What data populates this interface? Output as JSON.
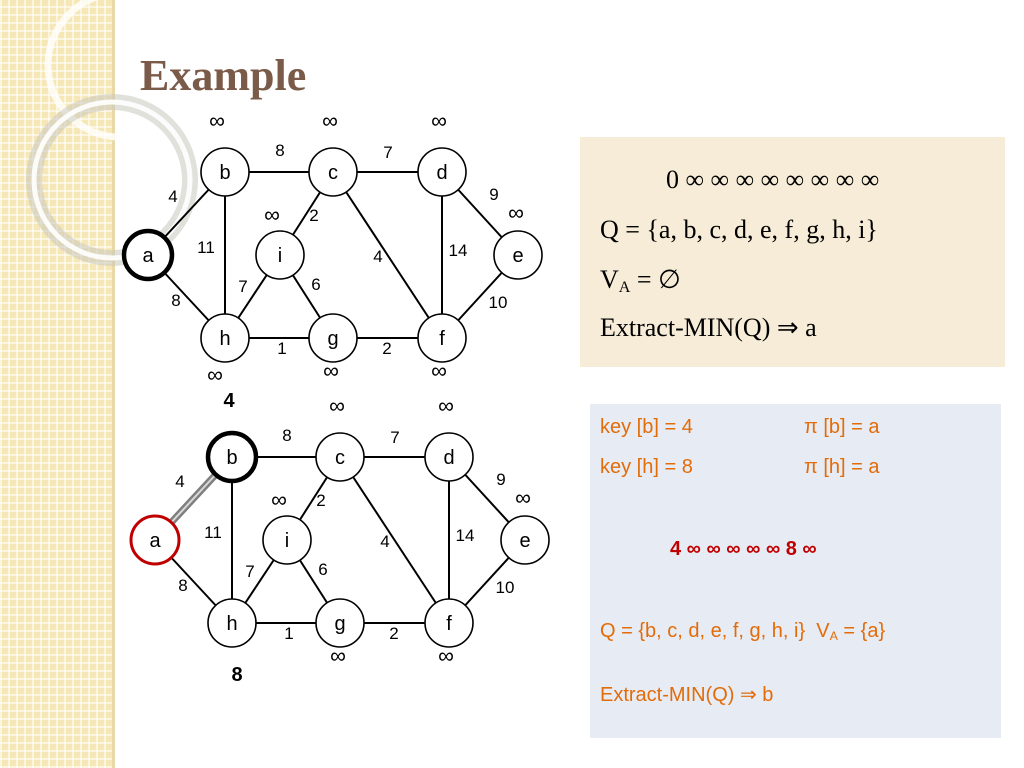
{
  "slide": {
    "title": "Example"
  },
  "graph1": {
    "nodes": [
      {
        "id": "a",
        "label": "a",
        "key": "",
        "highlight": "black"
      },
      {
        "id": "b",
        "label": "b",
        "key": "∞",
        "highlight": ""
      },
      {
        "id": "c",
        "label": "c",
        "key": "∞",
        "highlight": ""
      },
      {
        "id": "d",
        "label": "d",
        "key": "∞",
        "highlight": ""
      },
      {
        "id": "e",
        "label": "e",
        "key": "∞",
        "highlight": ""
      },
      {
        "id": "i",
        "label": "i",
        "key": "∞",
        "highlight": ""
      },
      {
        "id": "h",
        "label": "h",
        "key": "∞",
        "highlight": ""
      },
      {
        "id": "g",
        "label": "g",
        "key": "∞",
        "highlight": ""
      },
      {
        "id": "f",
        "label": "f",
        "key": "∞",
        "highlight": ""
      }
    ],
    "edges": [
      {
        "from": "a",
        "to": "b",
        "weight": "4"
      },
      {
        "from": "a",
        "to": "h",
        "weight": "8"
      },
      {
        "from": "b",
        "to": "c",
        "weight": "8"
      },
      {
        "from": "b",
        "to": "h",
        "weight": "11"
      },
      {
        "from": "c",
        "to": "d",
        "weight": "7"
      },
      {
        "from": "c",
        "to": "i",
        "weight": "2"
      },
      {
        "from": "c",
        "to": "f",
        "weight": "4"
      },
      {
        "from": "d",
        "to": "e",
        "weight": "9"
      },
      {
        "from": "d",
        "to": "f",
        "weight": "14"
      },
      {
        "from": "e",
        "to": "f",
        "weight": "10"
      },
      {
        "from": "i",
        "to": "h",
        "weight": "7"
      },
      {
        "from": "i",
        "to": "g",
        "weight": "6"
      },
      {
        "from": "h",
        "to": "g",
        "weight": "1"
      },
      {
        "from": "g",
        "to": "f",
        "weight": "2"
      }
    ]
  },
  "graph2": {
    "nodes": [
      {
        "id": "a",
        "label": "a",
        "key": "",
        "highlight": "red"
      },
      {
        "id": "b",
        "label": "b",
        "key": "4",
        "highlight": "black"
      },
      {
        "id": "c",
        "label": "c",
        "key": "∞",
        "highlight": ""
      },
      {
        "id": "d",
        "label": "d",
        "key": "∞",
        "highlight": ""
      },
      {
        "id": "e",
        "label": "e",
        "key": "∞",
        "highlight": ""
      },
      {
        "id": "i",
        "label": "i",
        "key": "∞",
        "highlight": ""
      },
      {
        "id": "h",
        "label": "h",
        "key": "8",
        "highlight": ""
      },
      {
        "id": "g",
        "label": "g",
        "key": "∞",
        "highlight": ""
      },
      {
        "id": "f",
        "label": "f",
        "key": "∞",
        "highlight": ""
      }
    ],
    "edges": [
      {
        "from": "a",
        "to": "b",
        "weight": "4",
        "tree": true
      },
      {
        "from": "a",
        "to": "h",
        "weight": "8"
      },
      {
        "from": "b",
        "to": "c",
        "weight": "8"
      },
      {
        "from": "b",
        "to": "h",
        "weight": "11"
      },
      {
        "from": "c",
        "to": "d",
        "weight": "7"
      },
      {
        "from": "c",
        "to": "i",
        "weight": "2"
      },
      {
        "from": "c",
        "to": "f",
        "weight": "4"
      },
      {
        "from": "d",
        "to": "e",
        "weight": "9"
      },
      {
        "from": "d",
        "to": "f",
        "weight": "14"
      },
      {
        "from": "e",
        "to": "f",
        "weight": "10"
      },
      {
        "from": "i",
        "to": "h",
        "weight": "7"
      },
      {
        "from": "i",
        "to": "g",
        "weight": "6"
      },
      {
        "from": "h",
        "to": "g",
        "weight": "1"
      },
      {
        "from": "g",
        "to": "f",
        "weight": "2"
      }
    ]
  },
  "panel1": {
    "keys_row": "0  ∞ ∞  ∞ ∞ ∞ ∞ ∞ ∞",
    "queue": "Q = {a, b, c, d, e, f, g, h, i}",
    "va_label": "V",
    "va_sub": "A",
    "va_value": " = ∅",
    "extract": "Extract-MIN(Q) ⇒ a"
  },
  "panel2": {
    "key_b": "key [b] = 4",
    "pi_b": "π [b] = a",
    "key_h": "key [h] = 8",
    "pi_h": "π [h] = a",
    "keys_row": "4  ∞ ∞ ∞ ∞ ∞ 8 ∞",
    "queue": "Q = {b, c, d, e, f, g, h, i}",
    "va_label": "V",
    "va_sub": "A",
    "va_value": " = {a}",
    "extract": "Extract-MIN(Q) ⇒ b"
  },
  "colors": {
    "panel1_bg": "#f6ecd7",
    "panel2_bg": "#e7ebf3",
    "panel2_text": "#e36c09",
    "highlight_red": "#c00000",
    "title": "#7a5a48"
  }
}
